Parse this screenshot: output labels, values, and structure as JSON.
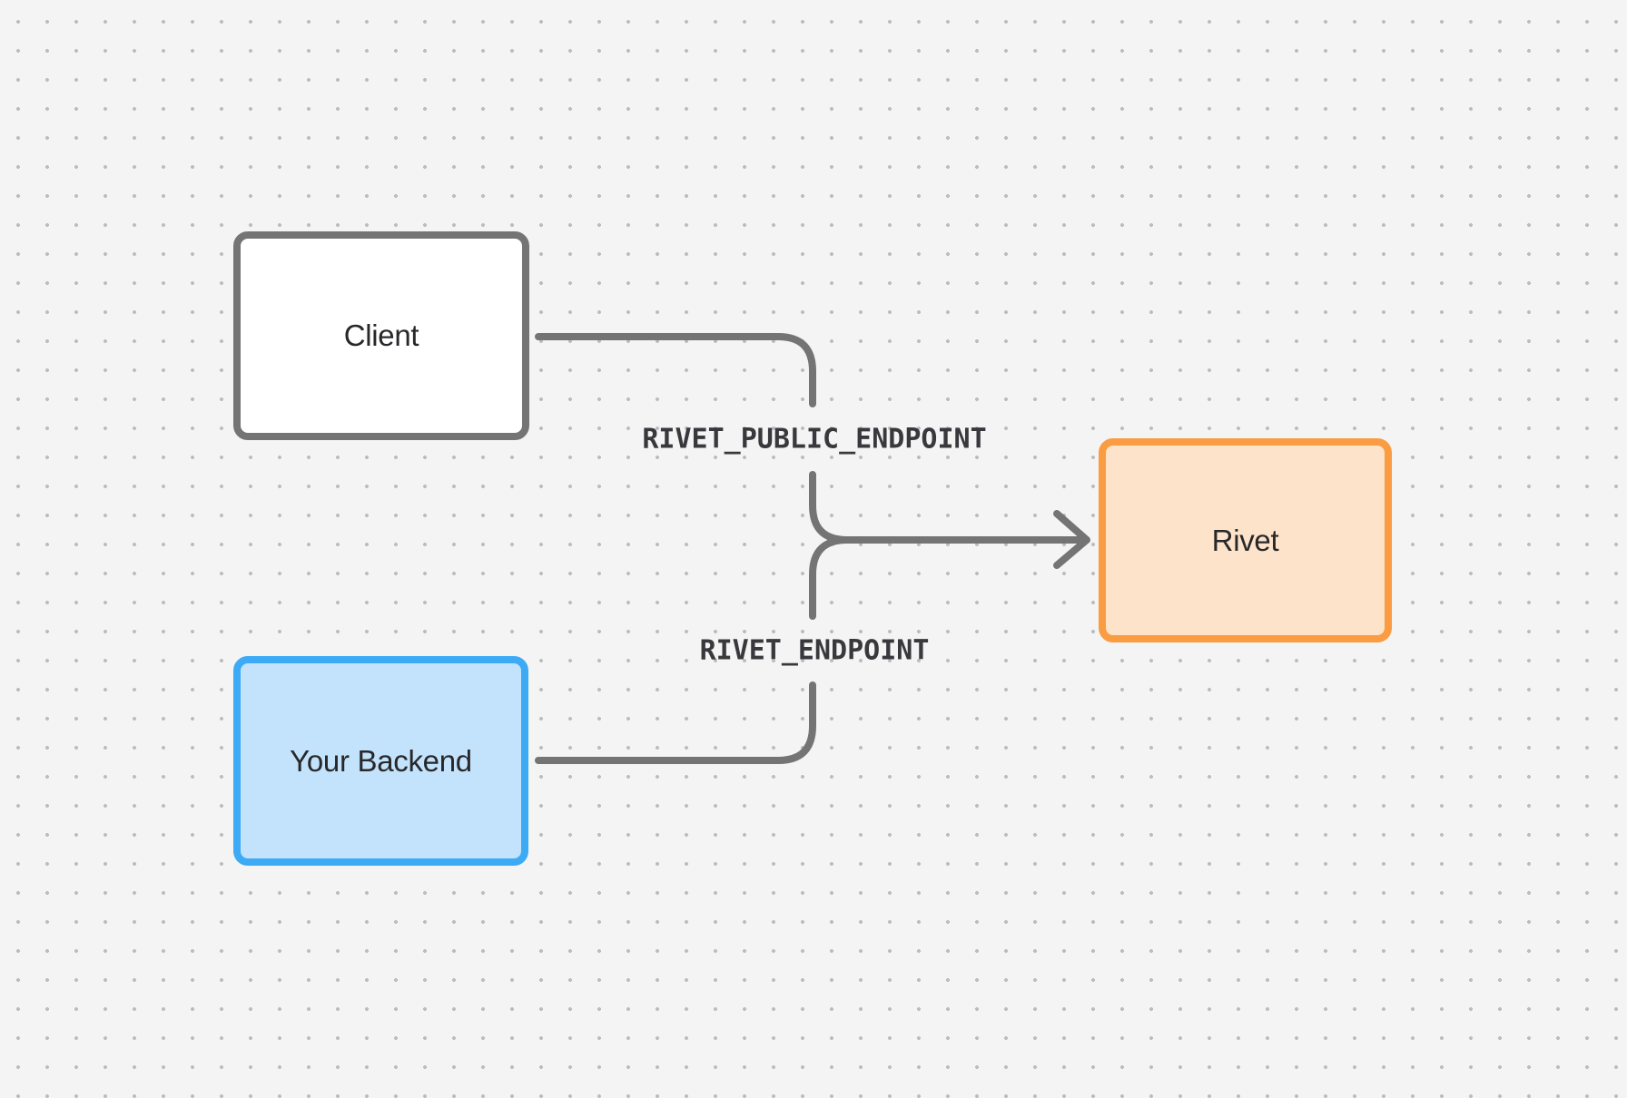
{
  "diagram": {
    "nodes": [
      {
        "id": "client",
        "label": "Client"
      },
      {
        "id": "your-backend",
        "label": "Your Backend"
      },
      {
        "id": "rivet",
        "label": "Rivet"
      }
    ],
    "edge_labels": [
      {
        "id": "rivet-public-endpoint",
        "text": "RIVET_PUBLIC_ENDPOINT"
      },
      {
        "id": "rivet-endpoint",
        "text": "RIVET_ENDPOINT"
      }
    ],
    "colors": {
      "background": "#f4f4f4",
      "dot": "#bdbdc0",
      "line": "#747474",
      "client_fill": "#ffffff",
      "client_border": "#747474",
      "backend_fill": "#c2e3fb",
      "backend_border": "#3daaf5",
      "rivet_fill": "#fde3c9",
      "rivet_border": "#f99c42",
      "node_text": "#28282b",
      "label_text": "#39393d"
    }
  }
}
